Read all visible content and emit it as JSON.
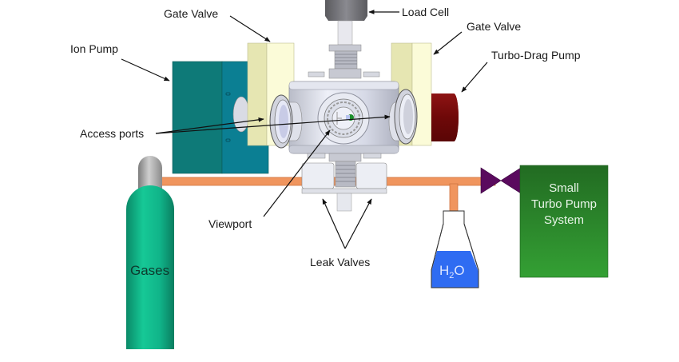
{
  "diagram": {
    "labels": {
      "load_cell": "Load Cell",
      "gate_valve_left": "Gate Valve",
      "gate_valve_right": "Gate Valve",
      "ion_pump": "Ion Pump",
      "turbo_drag_pump": "Turbo-Drag Pump",
      "access_ports": "Access ports",
      "viewport": "Viewport",
      "leak_valves": "Leak Valves",
      "gases": "Gases",
      "water_main": "H",
      "water_sub": "2",
      "water_end": "O",
      "small_turbo_line1": "Small",
      "small_turbo_line2": "Turbo Pump",
      "small_turbo_line3": "System"
    },
    "colors": {
      "ion_pump": "#0e7a78",
      "ion_pump_side": "#0b7f93",
      "gate_valve": "#f7f7cc",
      "gate_valve_shade": "#e3e3b0",
      "turbo_drag": "#7a0c0c",
      "gas_line": "#f0955e",
      "gas_cylinder": "#12b98c",
      "cylinder_cap": "#a8a8a8",
      "valve": "#5a0a5e",
      "small_turbo": "#2e8b2e",
      "water": "#2f6cf2",
      "chamber": "#d8dbe6"
    }
  }
}
